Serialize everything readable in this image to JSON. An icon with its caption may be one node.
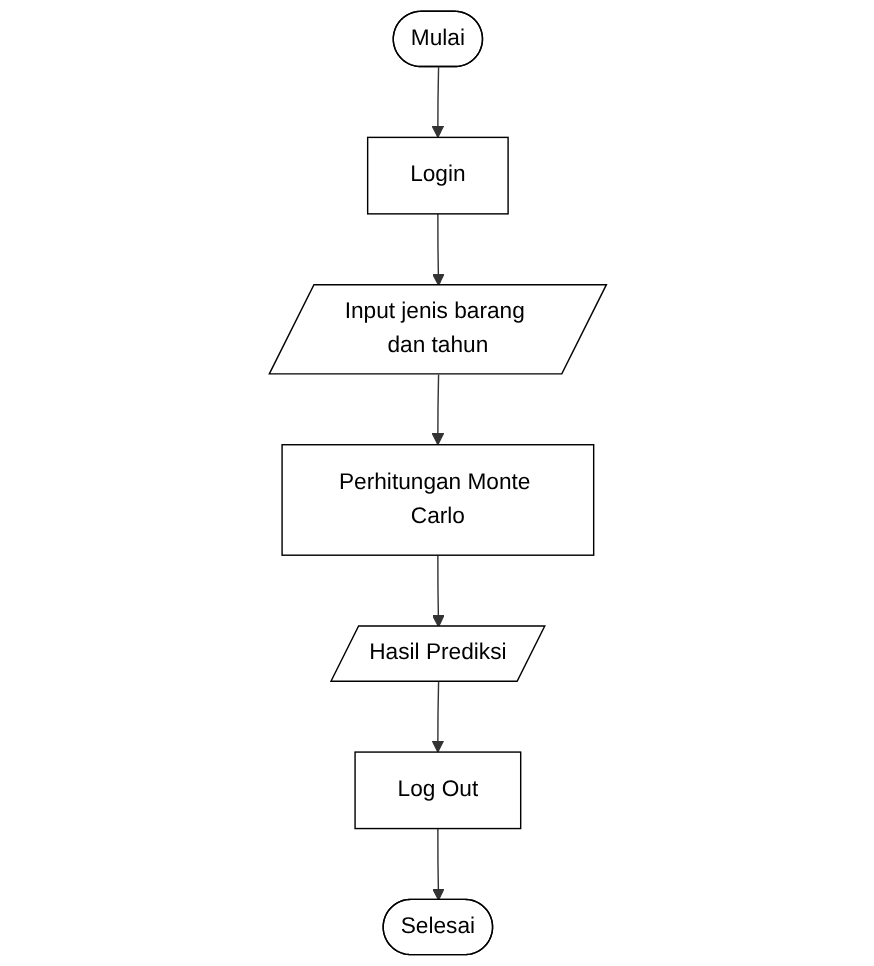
{
  "diagram": {
    "nodes": [
      {
        "text": [
          "Mulai"
        ]
      },
      {
        "text": [
          "Login"
        ]
      },
      {
        "text": [
          "Input jenis barang dan tahun"
        ]
      },
      {
        "text": [
          "Perhitungan Monte Carlo"
        ]
      },
      {
        "text": [
          "Hasil Prediksi"
        ]
      },
      {
        "text": [
          "Log Out"
        ]
      },
      {
        "text": [
          "Selesai"
        ]
      }
    ],
    "edges": [
      {
        "from": 0,
        "to": 1,
        "arrow": "to"
      },
      {
        "from": 1,
        "to": 2,
        "arrow": "to"
      },
      {
        "from": 2,
        "to": 3,
        "arrow": "to"
      },
      {
        "from": 3,
        "to": 4,
        "arrow": "to"
      },
      {
        "from": 4,
        "to": 5,
        "arrow": "to"
      },
      {
        "from": 5,
        "to": 6,
        "arrow": "to"
      }
    ]
  }
}
